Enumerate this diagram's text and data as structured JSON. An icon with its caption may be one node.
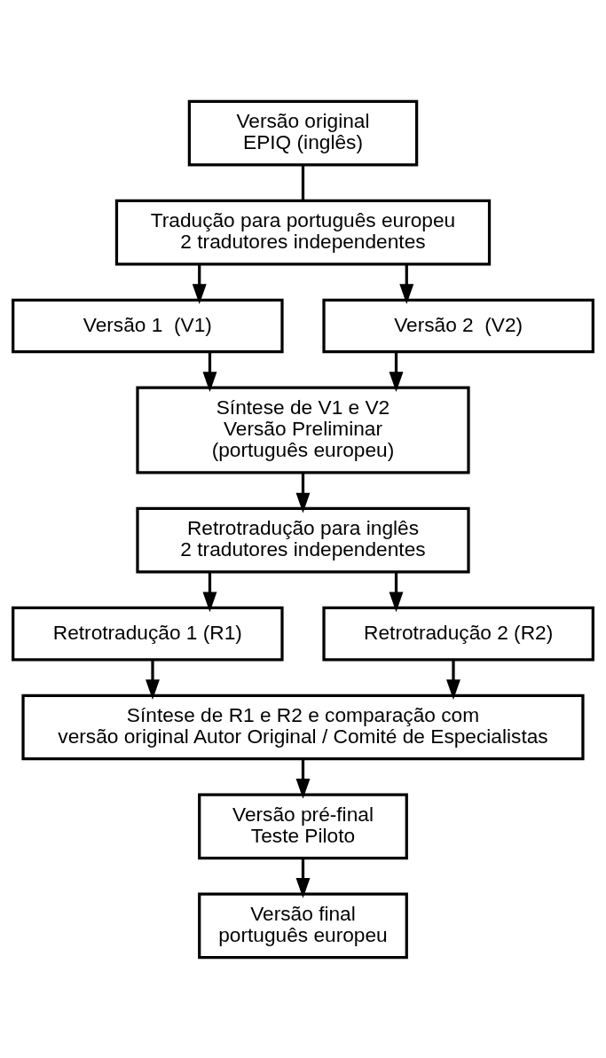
{
  "diagram": {
    "nodes": [
      {
        "text": [
          "Versão original EPIQ (inglês)"
        ]
      },
      {
        "text": [
          "Tradução para português europeu 2 tradutores independentes"
        ]
      },
      {
        "text": [
          "Versão 1  (V1)"
        ]
      },
      {
        "text": [
          "Versão 2  (V2)"
        ]
      },
      {
        "text": [
          "Síntese de V1 e V2 Versão Preliminar (português europeu)"
        ]
      },
      {
        "text": [
          "Retrotradução para inglês 2 tradutores independentes"
        ]
      },
      {
        "text": [
          "Retrotradução 1 (R1)"
        ]
      },
      {
        "text": [
          "Retrotradução 2 (R2)"
        ]
      },
      {
        "text": [
          "Síntese de R1 e R2 e comparação com versão original Autor Original / Comité de Especialistas"
        ]
      },
      {
        "text": [
          "Versão pré-final Teste Piloto"
        ]
      },
      {
        "text": [
          "Versão final português europeu"
        ]
      }
    ],
    "edges": [
      {
        "from": 0,
        "to": 1,
        "arrow": "none"
      },
      {
        "from": 1,
        "to": 2,
        "arrow": "to"
      },
      {
        "from": 1,
        "to": 3,
        "arrow": "to"
      },
      {
        "from": 2,
        "to": 4,
        "arrow": "to"
      },
      {
        "from": 3,
        "to": 4,
        "arrow": "to"
      },
      {
        "from": 4,
        "to": 5,
        "arrow": "to"
      },
      {
        "from": 5,
        "to": 6,
        "arrow": "to"
      },
      {
        "from": 5,
        "to": 7,
        "arrow": "to"
      },
      {
        "from": 6,
        "to": 8,
        "arrow": "to"
      },
      {
        "from": 7,
        "to": 8,
        "arrow": "to"
      },
      {
        "from": 8,
        "to": 9,
        "arrow": "to"
      },
      {
        "from": 9,
        "to": 10,
        "arrow": "to"
      }
    ]
  }
}
